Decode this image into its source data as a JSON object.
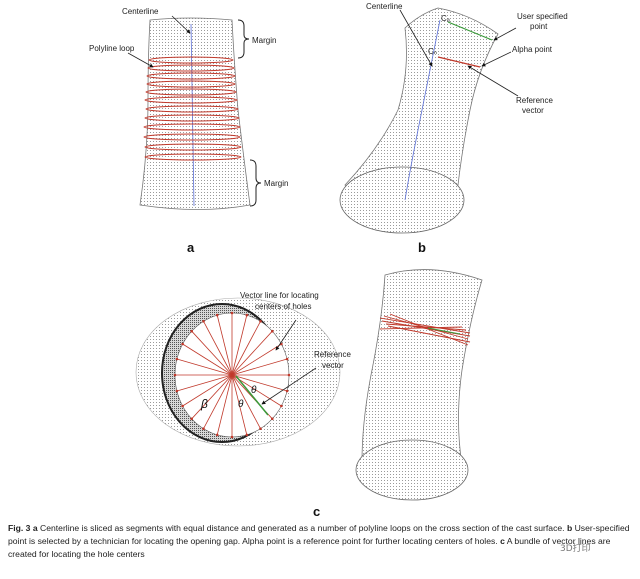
{
  "panel_a": {
    "label": "a",
    "centerline": "Centerline",
    "polyline_loop": "Polyline loop",
    "margin_top": "Margin",
    "margin_bottom": "Margin"
  },
  "panel_b": {
    "label": "b",
    "centerline": "Centerline",
    "ca": "Cₐ",
    "cn": "Cₙ",
    "user_point_1": "User specified",
    "user_point_2": "point",
    "alpha_point": "Alpha point",
    "ref_vec_1": "Reference",
    "ref_vec_2": "vector"
  },
  "panel_c": {
    "label": "c",
    "vector_line_1": "Vector line for locating",
    "vector_line_2": "centers of holes",
    "ref_vec_1": "Reference",
    "ref_vec_2": "vector",
    "beta": "β",
    "theta_1": "θ",
    "theta_2": "θ"
  },
  "caption": {
    "fig": "Fig. 3",
    "a": "a",
    "text_a": "Centerline is sliced as segments with equal distance and generated as a number of polyline loops on the cross section of the cast surface.",
    "b": "b",
    "text_b": "User-specified point is selected by a technician for locating the opening gap. Alpha point is a reference point for further locating centers of holes.",
    "c": "c",
    "text_c": "A bundle of vector lines are created for locating the hole centers"
  },
  "watermark": "3D打印"
}
